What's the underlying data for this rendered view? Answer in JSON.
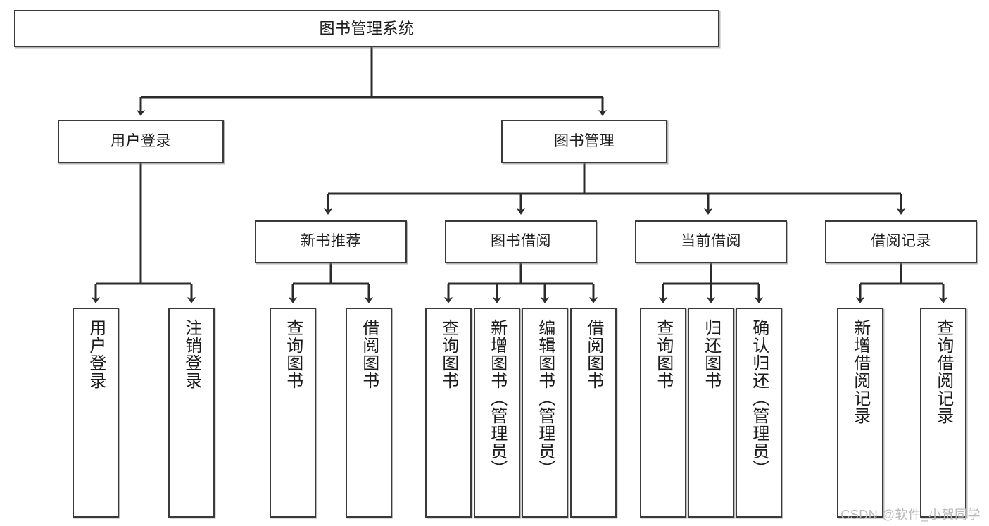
{
  "diagram": {
    "title": "图书管理系统",
    "type": "tree-hierarchy",
    "levels": 4,
    "root": {
      "label": "图书管理系统"
    },
    "level2": [
      {
        "label": "用户登录"
      },
      {
        "label": "图书管理"
      }
    ],
    "level3": [
      {
        "label": "新书推荐"
      },
      {
        "label": "图书借阅"
      },
      {
        "label": "当前借阅"
      },
      {
        "label": "借阅记录"
      }
    ],
    "leaves": {
      "user_login": [
        {
          "label": "用户登录"
        },
        {
          "label": "注销登录"
        }
      ],
      "new_book_recommend": [
        {
          "label": "查询图书"
        },
        {
          "label": "借阅图书"
        }
      ],
      "book_borrow": [
        {
          "label": "查询图书"
        },
        {
          "label": "新增图书（管理员）"
        },
        {
          "label": "编辑图书（管理员）"
        },
        {
          "label": "借阅图书"
        }
      ],
      "current_borrow": [
        {
          "label": "查询图书"
        },
        {
          "label": "归还图书"
        },
        {
          "label": "确认归还（管理员）"
        }
      ],
      "borrow_record": [
        {
          "label": "新增借阅记录"
        },
        {
          "label": "查询借阅记录"
        }
      ]
    }
  },
  "watermark": {
    "text": "CSDN @软件_小贺同学"
  },
  "colors": {
    "background": "#ffffff",
    "box_border": "#3a3a3a",
    "text": "#1b1b1b",
    "edge": "#2b2b2b",
    "watermark": "#b9b9b9"
  }
}
